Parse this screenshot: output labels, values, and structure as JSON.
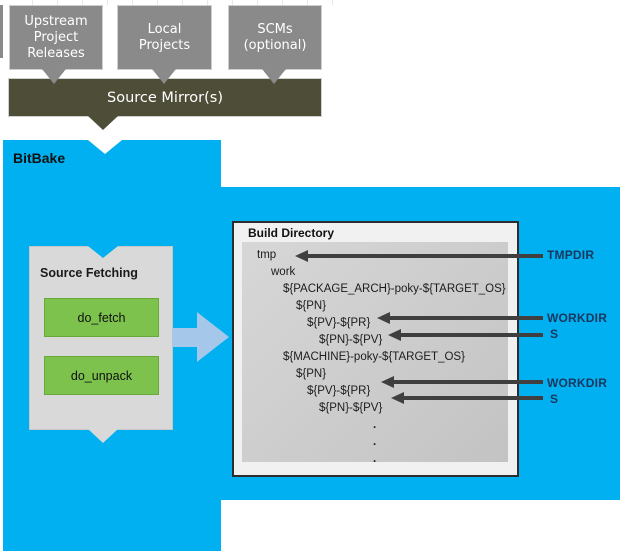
{
  "sources": {
    "boxes": [
      {
        "label": "Upstream\nProject\nReleases"
      },
      {
        "label": "Local\nProjects"
      },
      {
        "label": "SCMs\n(optional)"
      }
    ],
    "mirror_label": "Source Mirror(s)"
  },
  "bitbake": {
    "label": "BitBake",
    "source_fetching": {
      "title": "Source Fetching",
      "tasks": [
        {
          "label": "do_fetch"
        },
        {
          "label": "do_unpack"
        }
      ]
    }
  },
  "build_directory": {
    "title": "Build Directory",
    "tree": [
      {
        "text": "tmp"
      },
      {
        "text": "work"
      },
      {
        "text": "${PACKAGE_ARCH}-poky-${TARGET_OS}"
      },
      {
        "text": "${PN}"
      },
      {
        "text": "${PV}-${PR}"
      },
      {
        "text": "${PN}-${PV}"
      },
      {
        "text": "${MACHINE}-poky-${TARGET_OS}"
      },
      {
        "text": "${PN}"
      },
      {
        "text": "${PV}-${PR}"
      },
      {
        "text": "${PN}-${PV}"
      },
      {
        "text": "."
      },
      {
        "text": "."
      },
      {
        "text": "."
      }
    ]
  },
  "annotations": [
    {
      "label": "TMPDIR",
      "points_to": "tmp"
    },
    {
      "label": "WORKDIR",
      "points_to": "${PV}-${PR}"
    },
    {
      "label": "S",
      "points_to": "${PN}-${PV}"
    },
    {
      "label": "WORKDIR",
      "points_to": "${PV}-${PR}"
    },
    {
      "label": "S",
      "points_to": "${PN}-${PV}"
    }
  ],
  "colors": {
    "bitbake_blue": "#00b0f0",
    "mirror_olive": "#4e4d38",
    "source_box_gray": "#8a8a8a",
    "task_green": "#7cc24c",
    "flow_arrow_blue": "#a5c7e9",
    "annotation_arrow_gray": "#3f3f3f",
    "annotation_label_navy": "#17375e"
  }
}
